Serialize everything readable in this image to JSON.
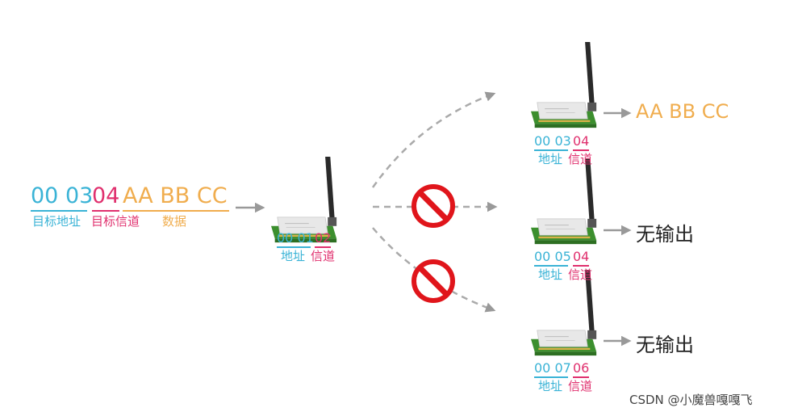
{
  "source_frame": {
    "address": "00 03",
    "channel": "04",
    "payload": "AA BB CC",
    "address_label": "目标地址",
    "channel_label": "目标信道",
    "payload_label": "数据"
  },
  "sender": {
    "address": "00 01",
    "channel": "02",
    "address_label": "地址",
    "channel_label": "信道"
  },
  "receivers": [
    {
      "address": "00 03",
      "channel": "04",
      "address_label": "地址",
      "channel_label": "信道",
      "output": "AA BB CC",
      "blocked": false
    },
    {
      "address": "00 05",
      "channel": "04",
      "address_label": "地址",
      "channel_label": "信道",
      "output": "无输出",
      "blocked": true
    },
    {
      "address": "00 07",
      "channel": "06",
      "address_label": "地址",
      "channel_label": "信道",
      "output": "无输出",
      "blocked": true
    }
  ],
  "watermark": "CSDN @小魔兽嘎嘎飞",
  "colors": {
    "address": "#3ab3d6",
    "channel": "#e0306e",
    "payload": "#f0ad4e",
    "prohibited": "#e0151b",
    "arrow": "#999999"
  },
  "icons": [
    "radio-module-icon",
    "prohibited-icon",
    "arrow-icon"
  ]
}
